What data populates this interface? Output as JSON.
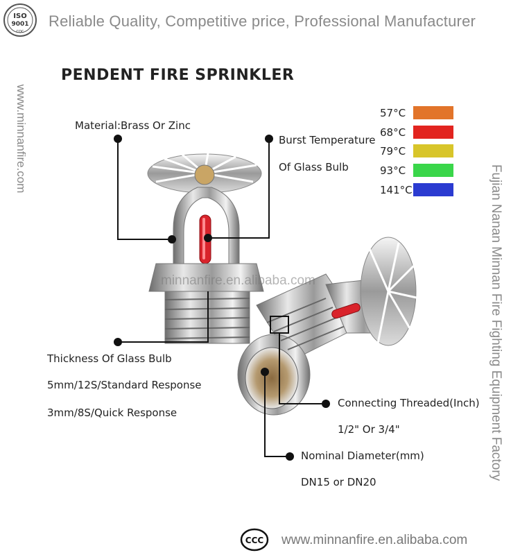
{
  "header": {
    "tagline": "Reliable Quality, Competitive price, Professional Manufacturer",
    "logo_icon": "iso-9001-seal-icon",
    "logo_text": "ISO 9001"
  },
  "sidebar_left": {
    "url": "www.minnanfire.com"
  },
  "sidebar_right": {
    "company": "Fujian Nanan Minnan Fire Fighting Equipment Factory"
  },
  "title": "PENDENT FIRE SPRINKLER",
  "callouts": {
    "material": "Material:Brass Or Zinc",
    "burst_line1": "Burst Temperature",
    "burst_line2": "Of Glass Bulb",
    "thickness_title": "Thickness Of Glass Bulb",
    "thickness_opt1": "5mm/12S/Standard Response",
    "thickness_opt2": "3mm/8S/Quick Response",
    "thread_title": "Connecting Threaded(Inch)",
    "thread_value": "1/2\" Or 3/4\"",
    "diameter_title": "Nominal Diameter(mm)",
    "diameter_value": "DN15 or DN20"
  },
  "temperatures": [
    {
      "label": "57°C",
      "color": "#e2742a"
    },
    {
      "label": "68°C",
      "color": "#e2241f"
    },
    {
      "label": "79°C",
      "color": "#d8c52a"
    },
    {
      "label": "93°C",
      "color": "#3ad64a"
    },
    {
      "label": "141°C",
      "color": "#2b3bd1"
    }
  ],
  "watermark": "minnanfire.en.alibaba.com",
  "footer": {
    "url": "www.minnanfire.en.alibaba.com",
    "cert_icon": "ccc-certification-icon"
  }
}
